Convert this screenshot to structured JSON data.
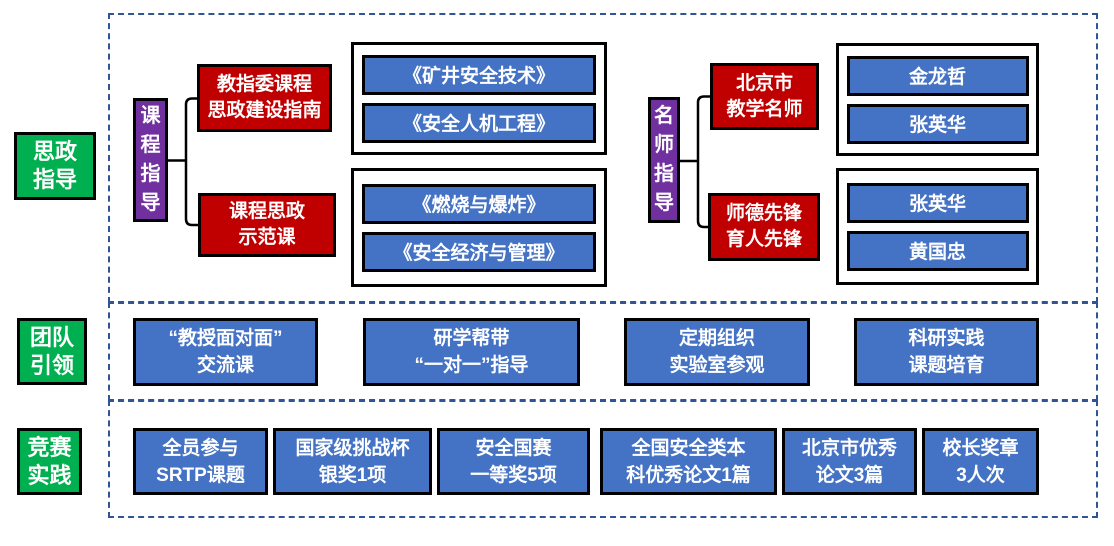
{
  "palette": {
    "green": "#00B050",
    "purple": "#7030A0",
    "red": "#C00000",
    "blue": "#4472C4",
    "dash": "#2F5597",
    "border": "#000000",
    "text_on_fill": "#FFFFFF"
  },
  "rows": {
    "ideology": {
      "side_label": "思政\n指导",
      "course_branch": {
        "label": "课\n程\n指\n导",
        "nodes": [
          {
            "title": "教指委课程\n思政建设指南"
          },
          {
            "title": "课程思政\n示范课"
          }
        ],
        "groups": [
          {
            "items": [
              "《矿井安全技术》",
              "《安全人机工程》"
            ]
          },
          {
            "items": [
              "《燃烧与爆炸》",
              "《安全经济与管理》"
            ]
          }
        ]
      },
      "mentor_branch": {
        "label": "名\n师\n指\n导",
        "nodes": [
          {
            "title": "北京市\n教学名师"
          },
          {
            "title": "师德先锋\n育人先锋"
          }
        ],
        "groups": [
          {
            "items": [
              "金龙哲",
              "张英华"
            ]
          },
          {
            "items": [
              "张英华",
              "黄国忠"
            ]
          }
        ]
      }
    },
    "team": {
      "side_label": "团队\n引领",
      "items": [
        "“教授面对面”\n交流课",
        "研学帮带\n“一对一”指导",
        "定期组织\n实验室参观",
        "科研实践\n课题培育"
      ]
    },
    "competition": {
      "side_label": "竞赛\n实践",
      "items": [
        "全员参与\nSRTP课题",
        "国家级挑战杯\n银奖1项",
        "安全国赛\n一等奖5项",
        "全国安全类本\n科优秀论文1篇",
        "北京市优秀\n论文3篇",
        "校长奖章\n3人次"
      ]
    }
  }
}
